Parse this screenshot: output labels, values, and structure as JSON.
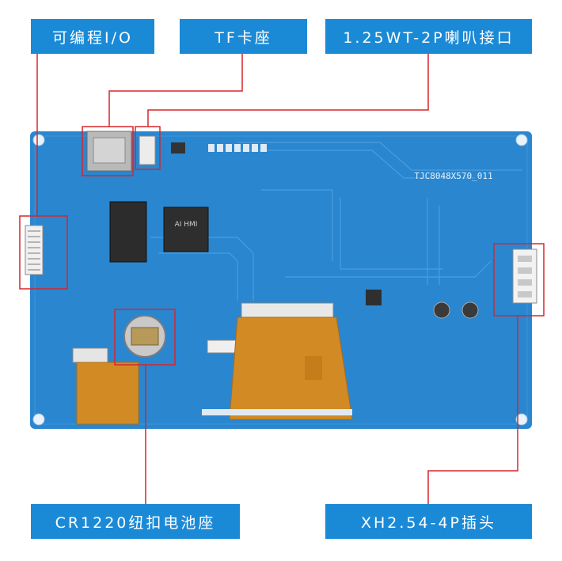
{
  "labels": {
    "programmable_io": "可编程I/O",
    "tf_socket": "TF卡座",
    "speaker_interface": "1.25WT-2P喇叭接口",
    "battery_socket": "CR1220纽扣电池座",
    "xh_socket": "XH2.54-4P插头"
  },
  "board": {
    "model_silk": "TJC8048X570_011",
    "chip_silk": "AI HMI"
  },
  "colors": {
    "label_bg": "#1b8ad6",
    "board": "#2a86cf",
    "callout": "#d7262b",
    "flex": "#d28a24"
  }
}
